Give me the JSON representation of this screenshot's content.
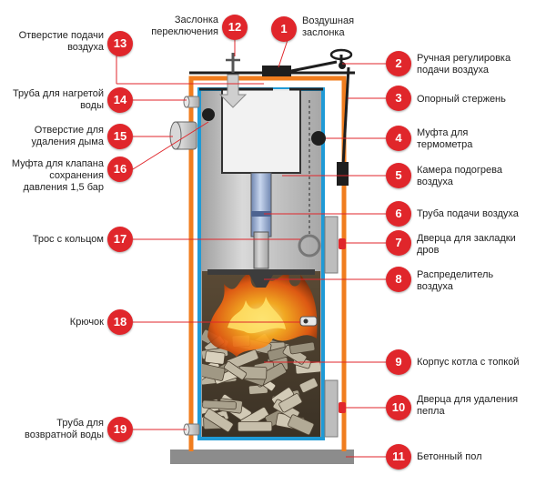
{
  "colors": {
    "accent": "#e0262b",
    "orange_wall": "#f07d1e",
    "blue_wall": "#1f9ad6",
    "steel": "#bdbdbd",
    "floor": "#8c8c8c"
  },
  "callouts": [
    {
      "num": "1",
      "label": "Воздушная\nзаслонка"
    },
    {
      "num": "2",
      "label": "Ручная регулировка\nподачи воздуха"
    },
    {
      "num": "3",
      "label": "Опорный стержень"
    },
    {
      "num": "4",
      "label": "Муфта для\nтермометра"
    },
    {
      "num": "5",
      "label": "Камера подогрева\nвоздуха"
    },
    {
      "num": "6",
      "label": "Труба подачи воздуха"
    },
    {
      "num": "7",
      "label": "Дверца для закладки\nдров"
    },
    {
      "num": "8",
      "label": "Распределитель\nвоздуха"
    },
    {
      "num": "9",
      "label": "Корпус котла с топкой"
    },
    {
      "num": "10",
      "label": "Дверца для удаления\nпепла"
    },
    {
      "num": "11",
      "label": "Бетонный пол"
    },
    {
      "num": "12",
      "label": "Заслонка\nпереключения"
    },
    {
      "num": "13",
      "label": "Отверстие подачи\nвоздуха"
    },
    {
      "num": "14",
      "label": "Труба для нагретой\nводы"
    },
    {
      "num": "15",
      "label": "Отверстие для\nудаления дыма"
    },
    {
      "num": "16",
      "label": "Муфта для клапана\nсохранения\nдавления 1,5 бар"
    },
    {
      "num": "17",
      "label": "Трос с кольцом"
    },
    {
      "num": "18",
      "label": "Крючок"
    },
    {
      "num": "19",
      "label": "Труба для\nвозвратной воды"
    }
  ]
}
